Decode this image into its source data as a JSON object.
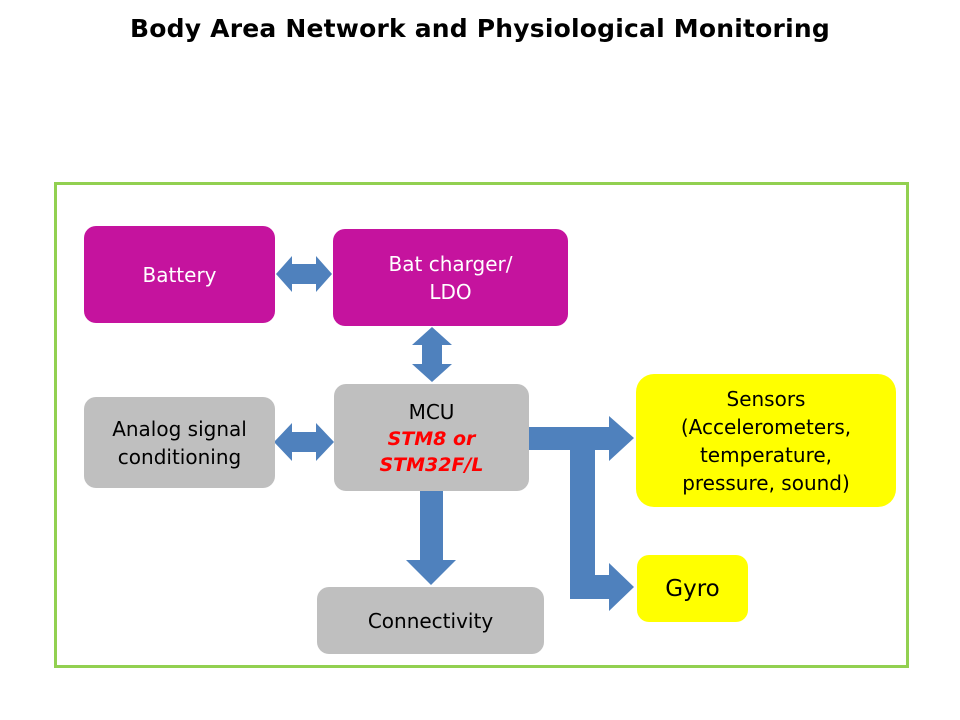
{
  "title": "Body Area Network and Physiological Monitoring",
  "colors": {
    "frame": "#92d050",
    "power_blocks": "#c5139e",
    "core_blocks": "#bfbfbf",
    "sensor_blocks": "#ffff00",
    "arrows": "#4f81bd",
    "highlight_text": "#ff0000"
  },
  "blocks": {
    "battery": {
      "label": "Battery"
    },
    "bat_charger": {
      "line1": "Bat charger/",
      "line2": "LDO"
    },
    "analog": {
      "line1": "Analog signal",
      "line2": "conditioning"
    },
    "mcu": {
      "label": "MCU",
      "sub1": "STM8 or",
      "sub2": "STM32F/L"
    },
    "sensors": {
      "line1": "Sensors",
      "line2": "(Accelerometers,",
      "line3": "temperature,",
      "line4": "pressure, sound)"
    },
    "gyro": {
      "label": "Gyro"
    },
    "connectivity": {
      "label": "Connectivity"
    }
  },
  "connections": [
    {
      "from": "Battery",
      "to": "Bat charger/LDO",
      "type": "bidirectional"
    },
    {
      "from": "Bat charger/LDO",
      "to": "MCU",
      "type": "bidirectional"
    },
    {
      "from": "Analog signal conditioning",
      "to": "MCU",
      "type": "bidirectional"
    },
    {
      "from": "MCU",
      "to": "Connectivity",
      "type": "unidirectional"
    },
    {
      "from": "MCU",
      "to": "Sensors",
      "type": "unidirectional"
    },
    {
      "from": "MCU",
      "to": "Gyro",
      "type": "unidirectional"
    }
  ]
}
